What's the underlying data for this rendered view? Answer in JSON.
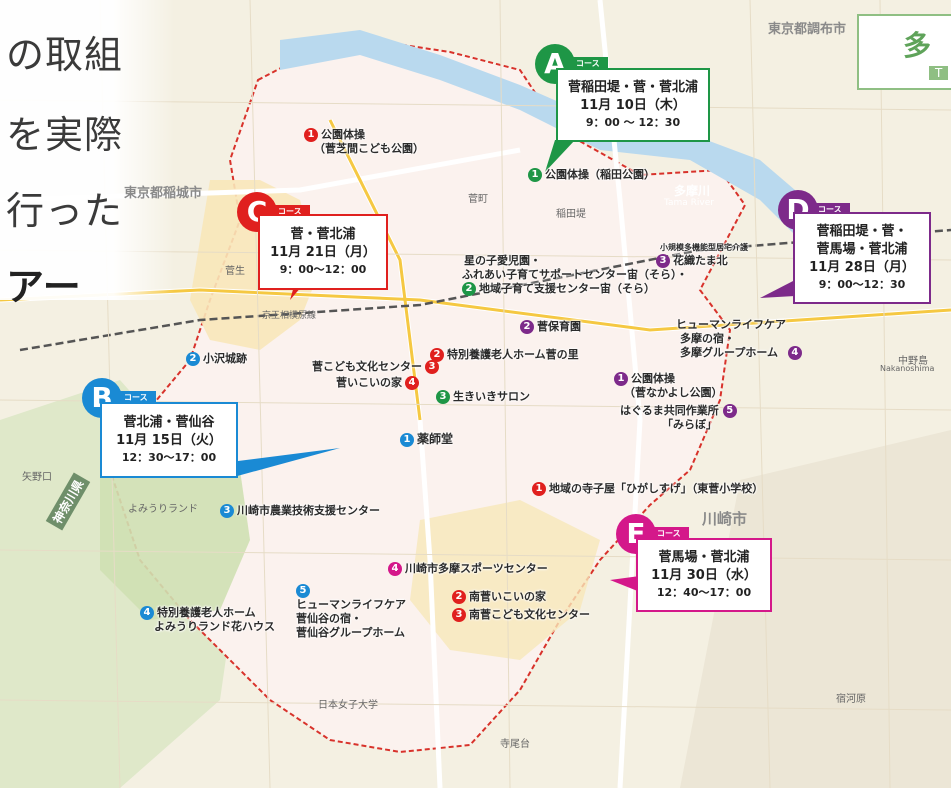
{
  "title_lines": [
    "の取組",
    "を実際",
    "行った",
    "アー"
  ],
  "logo": {
    "text": "多",
    "sub": "T"
  },
  "cities": {
    "tokyo_inagi": "東京都稲城市",
    "tokyo_chofu": "東京都調布市",
    "kawasaki": "川崎市",
    "kanagawa": "神奈川県"
  },
  "courses": [
    {
      "letter": "A",
      "tag": "コース",
      "area": "菅稲田堤・菅・菅北浦",
      "date": "11月 10日（木）",
      "time": "9：00 〜 12：30",
      "color": "#1e9646"
    },
    {
      "letter": "B",
      "tag": "コース",
      "area": "菅北浦・菅仙谷",
      "date": "11月 15日（火）",
      "time": "12：30〜17：00",
      "color": "#1a8ad4"
    },
    {
      "letter": "C",
      "tag": "コース",
      "area": "菅・菅北浦",
      "date": "11月 21日（月）",
      "time": "9：00〜12：00",
      "color": "#e0201e"
    },
    {
      "letter": "D",
      "tag": "コース",
      "area_line1": "菅稲田堤・菅・",
      "area_line2": "菅馬場・菅北浦",
      "date": "11月 28日（月）",
      "time": "9：00〜12：30",
      "color": "#7d2a8a"
    },
    {
      "letter": "E",
      "tag": "コース",
      "area": "菅馬場・菅北浦",
      "date": "11月 30日（水）",
      "time": "12：40〜17：00",
      "color": "#d4188a"
    }
  ],
  "places": {
    "c1": {
      "num": "1",
      "line1": "公園体操",
      "line2": "（菅芝間こども公園）"
    },
    "a1": {
      "num": "1",
      "text": "公園体操（稲田公園）"
    },
    "a2": {
      "num": "2",
      "line1": "星の子愛児園・",
      "line2": "ふれあい子育てサポートセンター宙（そら）・",
      "line3": "地域子育て支援センター宙（そら）"
    },
    "a3": {
      "num": "3",
      "small": "小規模多機能型居宅介護",
      "text": "花織たま北"
    },
    "c2": {
      "num": "2",
      "text": "菅保育園"
    },
    "d4": {
      "num": "4",
      "line1": "ヒューマンライフケア",
      "line2": "多摩の宿・",
      "line3": "多摩グループホーム"
    },
    "b2": {
      "num": "2",
      "text": "小沢城跡"
    },
    "c3": {
      "num": "3",
      "text": "菅こども文化センター"
    },
    "c4": {
      "num": "4",
      "text": "菅いこいの家"
    },
    "e2a": {
      "num": "2",
      "text": "特別養護老人ホーム菅の里"
    },
    "a3b": {
      "num": "3",
      "text": "生きいきサロン"
    },
    "d1": {
      "num": "1",
      "line1": "公園体操",
      "line2": "（菅なかよし公園）"
    },
    "d5": {
      "num": "5",
      "line1": "はぐるま共同作業所",
      "line2": "「みらぼ」"
    },
    "b1": {
      "num": "1",
      "text": "薬師堂"
    },
    "e1": {
      "num": "1",
      "text": "地域の寺子屋「ひがしすげ」（東菅小学校）"
    },
    "b3": {
      "num": "3",
      "text": "川崎市農業技術支援センター"
    },
    "e4": {
      "num": "4",
      "text": "川崎市多摩スポーツセンター"
    },
    "b5": {
      "num": "5",
      "line1": "ヒューマンライフケア",
      "line2": "菅仙谷の宿・",
      "line3": "菅仙谷グループホーム"
    },
    "e2": {
      "num": "2",
      "text": "南菅いこいの家"
    },
    "e3": {
      "num": "3",
      "text": "南菅こども文化センター"
    },
    "b4": {
      "num": "4",
      "line1": "特別養護老人ホーム",
      "line2": "よみうりランド花ハウス"
    }
  },
  "map_labels": {
    "tama_river": "多摩川",
    "tama_river_en": "Tama River",
    "nakanoshima": "中野島",
    "nakanoshima_en": "Nakanoshima",
    "sugao": "菅生",
    "yomiuri": "よみうりランド",
    "jwu": "日本女子大学",
    "teraodai": "寺尾台",
    "shukugawara": "宿河原",
    "inadazutsumi": "稲田堤",
    "sugamachi": "菅町",
    "yanoguchi": "矢野口",
    "keio_sagamihara": "京王相模原線"
  }
}
